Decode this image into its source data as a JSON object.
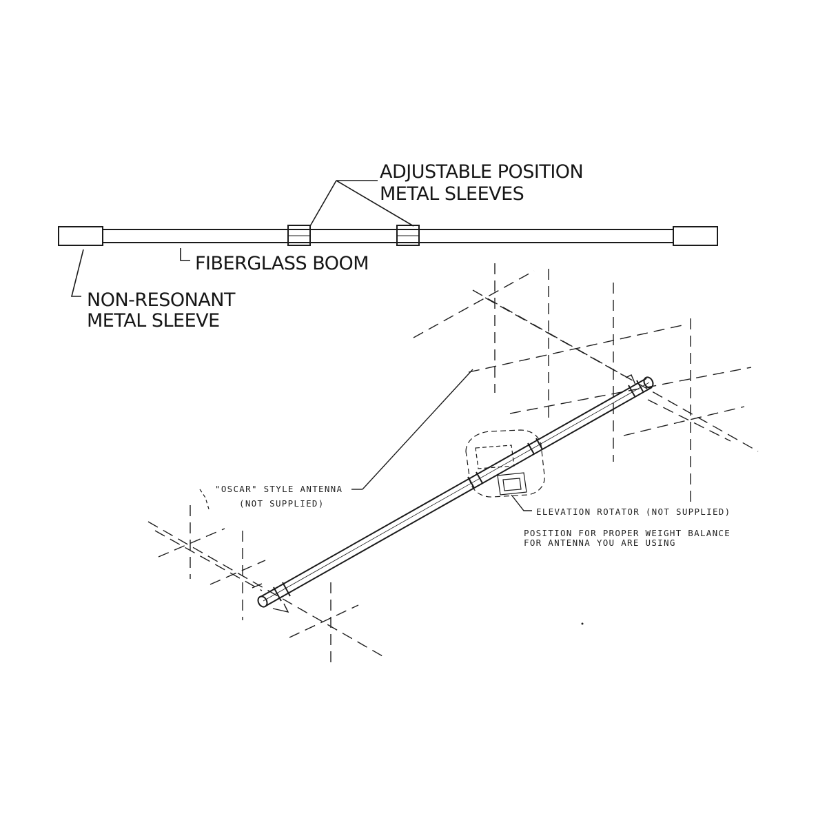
{
  "labels": {
    "adjustable_sleeves_line1": "ADJUSTABLE POSITION",
    "adjustable_sleeves_line2": "METAL SLEEVES",
    "fiberglass_boom": "FIBERGLASS BOOM",
    "non_resonant_line1": "NON-RESONANT",
    "non_resonant_line2": "METAL SLEEVE",
    "oscar_antenna_line1": "\"OSCAR\" STYLE ANTENNA",
    "oscar_antenna_line2": "(NOT SUPPLIED)",
    "elevation_rotator": "ELEVATION ROTATOR (NOT SUPPLIED)",
    "balance_note_line1": "POSITION FOR PROPER WEIGHT BALANCE",
    "balance_note_line2": "FOR ANTENNA YOU ARE USING"
  }
}
